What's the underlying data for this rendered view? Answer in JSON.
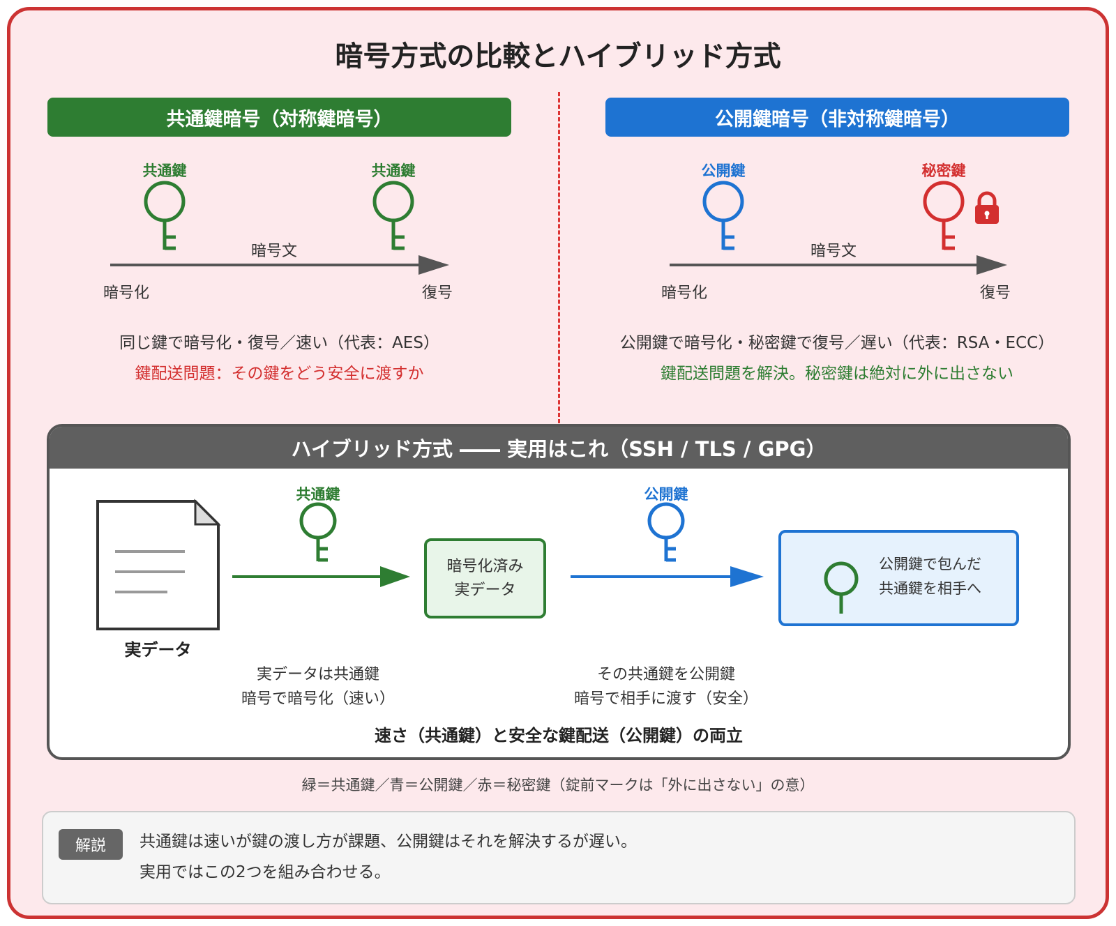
{
  "title": "暗号方式の比較とハイブリッド方式",
  "colors": {
    "green": "#2e7d32",
    "blue": "#1e73d2",
    "red": "#d32f2f",
    "gray": "#5f5f5f"
  },
  "symmetric": {
    "banner": "共通鍵暗号（対称鍵暗号）",
    "key_left": "共通鍵",
    "key_right": "共通鍵",
    "cipher": "暗号文",
    "encrypt": "暗号化",
    "decrypt": "復号",
    "desc": "同じ鍵で暗号化・復号／速い（代表：AES）",
    "issue": "鍵配送問題：その鍵をどう安全に渡すか"
  },
  "asymmetric": {
    "banner": "公開鍵暗号（非対称鍵暗号）",
    "key_left": "公開鍵",
    "key_right": "秘密鍵",
    "cipher": "暗号文",
    "encrypt": "暗号化",
    "decrypt": "復号",
    "desc": "公開鍵で暗号化・秘密鍵で復号／遅い（代表：RSA・ECC）",
    "solution": "鍵配送問題を解決。秘密鍵は絶対に外に出さない"
  },
  "hybrid": {
    "header": "ハイブリッド方式 ―― 実用はこれ（SSH / TLS / GPG）",
    "doc_label": "実データ",
    "key1": "共通鍵",
    "key2": "公開鍵",
    "enc_box_line1": "暗号化済み",
    "enc_box_line2": "実データ",
    "wrap_line1": "公開鍵で包んだ",
    "wrap_line2": "共通鍵を相手へ",
    "step1_line1": "実データは共通鍵",
    "step1_line2": "暗号で暗号化（速い）",
    "step2_line1": "その共通鍵を公開鍵",
    "step2_line2": "暗号で相手に渡す（安全）",
    "summary": "速さ（共通鍵）と安全な鍵配送（公開鍵）の両立"
  },
  "legend": "緑＝共通鍵／青＝公開鍵／赤＝秘密鍵（錠前マークは「外に出さない」の意）",
  "note": {
    "badge": "解説",
    "line1": "共通鍵は速いが鍵の渡し方が課題、公開鍵はそれを解決するが遅い。",
    "line2": "実用ではこの2つを組み合わせる。"
  }
}
